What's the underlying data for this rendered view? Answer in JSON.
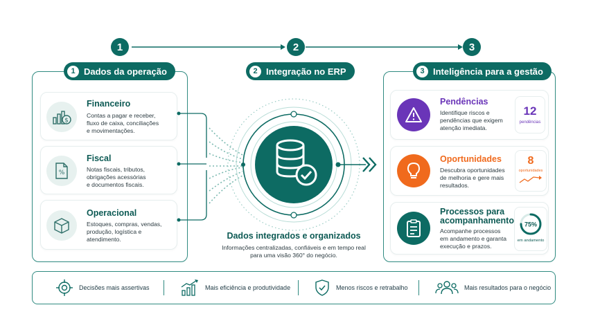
{
  "steps": [
    "1",
    "2",
    "3"
  ],
  "sections": {
    "operation": {
      "number": "1",
      "title": "Dados da operação"
    },
    "erp": {
      "number": "2",
      "title": "Integração no ERP"
    },
    "intel": {
      "number": "3",
      "title": "Inteligência para a gestão"
    }
  },
  "left_cards": [
    {
      "title": "Financeiro",
      "lines": [
        "Contas a pagar e receber,",
        "fluxo de caixa, conciliações",
        "e movimentações."
      ],
      "icon": "finance-chart-icon"
    },
    {
      "title": "Fiscal",
      "lines": [
        "Notas fiscais, tributos,",
        "obrigações acessórias",
        "e documentos fiscais."
      ],
      "icon": "tax-document-icon"
    },
    {
      "title": "Operacional",
      "lines": [
        "Estoques, compras, vendas,",
        "produção, logística e",
        "atendimento."
      ],
      "icon": "box-icon"
    }
  ],
  "center": {
    "title": "Dados integrados e organizados",
    "lines": [
      "Informações centralizadas, confiáveis e em tempo real",
      "para uma visão 360° do negócio."
    ],
    "icon": "database-check-icon"
  },
  "right_cards": [
    {
      "title_lines": [
        "Pendências"
      ],
      "lines": [
        "Identifique riscos e",
        "pendências que exigem",
        "atenção imediata."
      ],
      "color": "#6a35b8",
      "icon": "warning-icon",
      "metric": {
        "value": "12",
        "label": "pendências"
      }
    },
    {
      "title_lines": [
        "Oportunidades"
      ],
      "lines": [
        "Descubra oportunidades",
        "de melhoria e gere mais",
        "resultados."
      ],
      "color": "#f06a1d",
      "icon": "lightbulb-icon",
      "metric": {
        "value": "8",
        "label": "oportunidades"
      }
    },
    {
      "title_lines": [
        "Processos para",
        "acompanhamento"
      ],
      "lines": [
        "Acompanhe processos",
        "em andamento e garanta",
        "execução e prazos."
      ],
      "color": "#0d6b63",
      "icon": "checklist-icon",
      "metric": {
        "value": "75%",
        "label": "em andamento",
        "progress": 0.75
      }
    }
  ],
  "benefits": [
    {
      "label": "Decisões mais assertivas",
      "icon": "target-icon"
    },
    {
      "label": "Mais eficiência e produtividade",
      "icon": "growth-chart-icon"
    },
    {
      "label": "Menos riscos e retrabalho",
      "icon": "shield-check-icon"
    },
    {
      "label": "Mais resultados para o negócio",
      "icon": "people-icon"
    }
  ],
  "colors": {
    "primary": "#0d6b63",
    "purple": "#6a35b8",
    "orange": "#f06a1d"
  }
}
